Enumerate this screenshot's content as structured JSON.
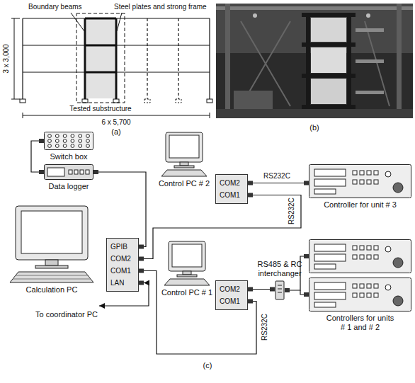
{
  "diagram": {
    "nodes": [
      {
        "text": [
          "Switch box"
        ]
      },
      {
        "text": [
          "Data logger"
        ]
      },
      {
        "text": [
          "Control PC # 2"
        ]
      },
      {
        "text": [
          "COM2",
          "COM1"
        ]
      },
      {
        "text": [
          "Controller for unit # 3"
        ]
      },
      {
        "text": [
          "GPIB",
          "COM2",
          "COM1",
          "LAN"
        ]
      },
      {
        "text": [
          "Calculation PC"
        ]
      },
      {
        "text": [
          "Control PC # 1"
        ]
      },
      {
        "text": [
          "COM2",
          "COM1"
        ]
      },
      {
        "text": [
          "RS485 & RC interchanger"
        ]
      },
      {
        "text": [
          "Controllers for units # 1 and # 2"
        ]
      }
    ],
    "edges": [
      {
        "from": 0,
        "to": 1,
        "arrow": "none"
      },
      {
        "from": 1,
        "to": 5,
        "arrow": "none"
      },
      {
        "from": 3,
        "to": 5,
        "label": "RS232C",
        "arrow": "none"
      },
      {
        "from": 3,
        "to": 4,
        "label": "RS232C",
        "arrow": "none"
      },
      {
        "from": 8,
        "to": 5,
        "label": "RS232C",
        "arrow": "none"
      },
      {
        "from": 8,
        "to": 9,
        "arrow": "none"
      },
      {
        "from": 9,
        "to": 10,
        "arrow": "none"
      }
    ],
    "labels": [
      "Boundary beams",
      "Steel plates and strong frame",
      "3 x 3,000",
      "Tested substructure",
      "6 x 5,700",
      "(a)",
      "(b)",
      "To coordinator PC",
      "(c)"
    ]
  }
}
